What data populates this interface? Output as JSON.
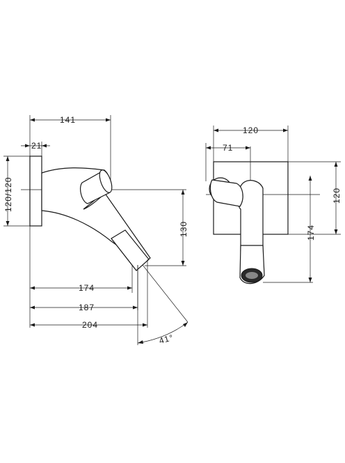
{
  "side_view": {
    "dim_width_top": "141",
    "dim_plate_depth": "21",
    "dim_plate_height": "120/120",
    "dim_drop": "130",
    "dim_reach_1": "174",
    "dim_reach_2": "187",
    "dim_reach_3": "204",
    "dim_angle": "41°"
  },
  "front_view": {
    "dim_width": "120",
    "dim_offset": "71",
    "dim_height": "120",
    "dim_drop": "174"
  }
}
